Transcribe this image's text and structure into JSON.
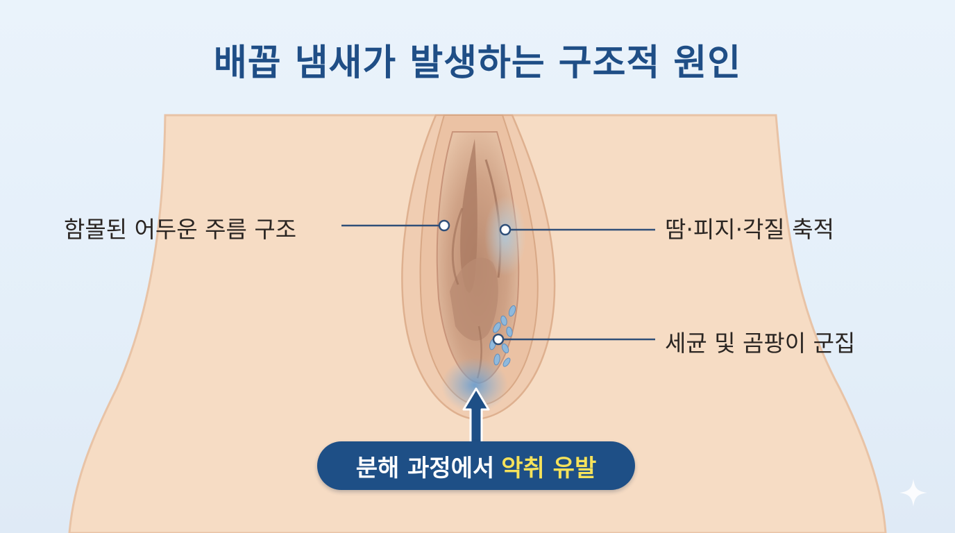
{
  "title": "배꼽 냄새가 발생하는 구조적 원인",
  "labels": {
    "left": "함몰된 어두운 주름 구조",
    "right_top": "땀·피지·각질 축적",
    "right_bottom": "세균 및 곰팡이 군집"
  },
  "callout": {
    "text_main": "분해 과정에서",
    "text_highlight": "악취 유발"
  },
  "colors": {
    "title": "#1f4e86",
    "skin": "#f6dcc4",
    "pill": "#1e4f86",
    "highlight": "#f6e25a",
    "bacteria": "#8fb9dc"
  },
  "icons": [
    "sparkle-icon"
  ]
}
